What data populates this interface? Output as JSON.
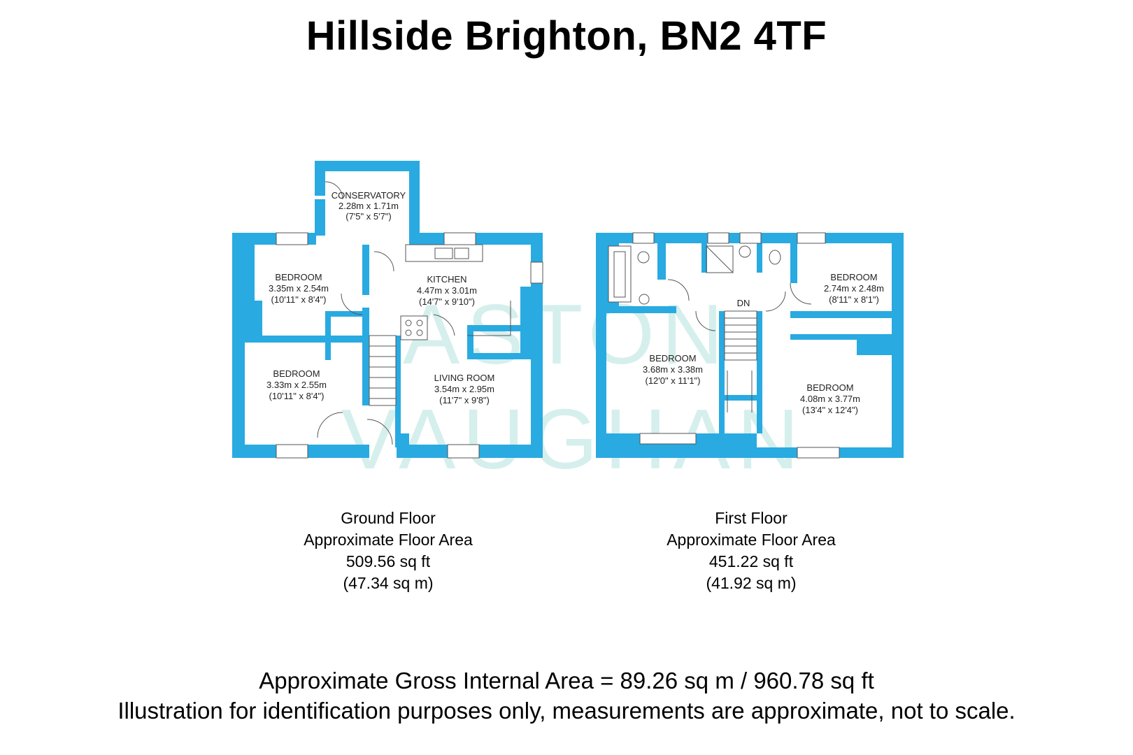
{
  "title": "Hillside Brighton, BN2 4TF",
  "watermark": [
    "ASTON",
    "VAUGHAN"
  ],
  "colors": {
    "wall": "#29aae1",
    "watermark": "#7fcfc9",
    "line": "#555555"
  },
  "ground_floor": {
    "rooms": [
      {
        "name": "CONSERVATORY",
        "metric": "2.28m x 1.71m",
        "imperial": "(7'5\" x 5'7\")"
      },
      {
        "name": "BEDROOM",
        "metric": "3.35m x 2.54m",
        "imperial": "(10'11\" x 8'4\")"
      },
      {
        "name": "KITCHEN",
        "metric": "4.47m x 3.01m",
        "imperial": "(14'7\" x 9'10\")"
      },
      {
        "name": "BEDROOM",
        "metric": "3.33m x 2.55m",
        "imperial": "(10'11\" x 8'4\")"
      },
      {
        "name": "LIVING ROOM",
        "metric": "3.54m x 2.95m",
        "imperial": "(11'7\" x 9'8\")"
      }
    ],
    "caption": [
      "Ground Floor",
      "Approximate Floor Area",
      "509.56 sq ft",
      "(47.34 sq m)"
    ]
  },
  "first_floor": {
    "stair_label": "DN",
    "rooms": [
      {
        "name": "BEDROOM",
        "metric": "2.74m x 2.48m",
        "imperial": "(8'11\" x 8'1\")"
      },
      {
        "name": "BEDROOM",
        "metric": "3.68m x 3.38m",
        "imperial": "(12'0\" x 11'1\")"
      },
      {
        "name": "BEDROOM",
        "metric": "4.08m x 3.77m",
        "imperial": "(13'4\" x 12'4\")"
      }
    ],
    "caption": [
      "First Floor",
      "Approximate Floor Area",
      "451.22 sq ft",
      "(41.92 sq m)"
    ]
  },
  "footer": {
    "gross_area": "Approximate Gross Internal Area = 89.26 sq m / 960.78 sq ft",
    "disclaimer": "Illustration for identification purposes only, measurements are approximate, not to scale."
  }
}
